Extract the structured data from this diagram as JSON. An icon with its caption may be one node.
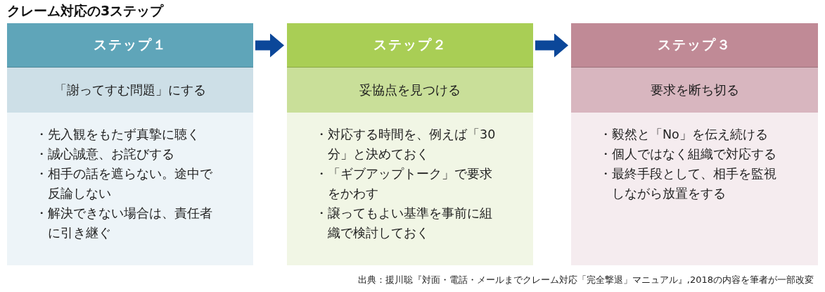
{
  "diagram": {
    "title": "クレーム対応の3ステップ",
    "nodes": [
      {
        "text": [
          "ステップ１"
        ]
      },
      {
        "text": [
          "「謝ってすむ問題」にする"
        ]
      },
      {
        "text": [
          "・先入観をもたず真摯に聴く",
          "・誠心誠意、お詫びする",
          "・相手の話を遮らない。途中で反論しない",
          "・解決できない場合は、責任者に引き継ぐ"
        ]
      },
      {
        "text": [
          "ステップ２"
        ]
      },
      {
        "text": [
          "妥協点を見つける"
        ]
      },
      {
        "text": [
          "・対応する時間を、例えば「30分」と決めておく",
          "・「ギブアップトーク」で要求をかわす",
          "・譲ってもよい基準を事前に組織で検討しておく"
        ]
      },
      {
        "text": [
          "ステップ３"
        ]
      },
      {
        "text": [
          "要求を断ち切る"
        ]
      },
      {
        "text": [
          "・毅然と「No」を伝え続ける",
          "・個人ではなく組織で対応する",
          "・最終手段として、相手を監視しながら放置をする"
        ]
      }
    ],
    "edges": [
      {
        "from": 0,
        "to": 3,
        "arrow": "to"
      },
      {
        "from": 3,
        "to": 6,
        "arrow": "to"
      }
    ],
    "caption": "出典：援川聡『対面・電話・メールまでクレーム対応「完全撃退」マニュアル』,2018の内容を筆者が一部改変"
  }
}
